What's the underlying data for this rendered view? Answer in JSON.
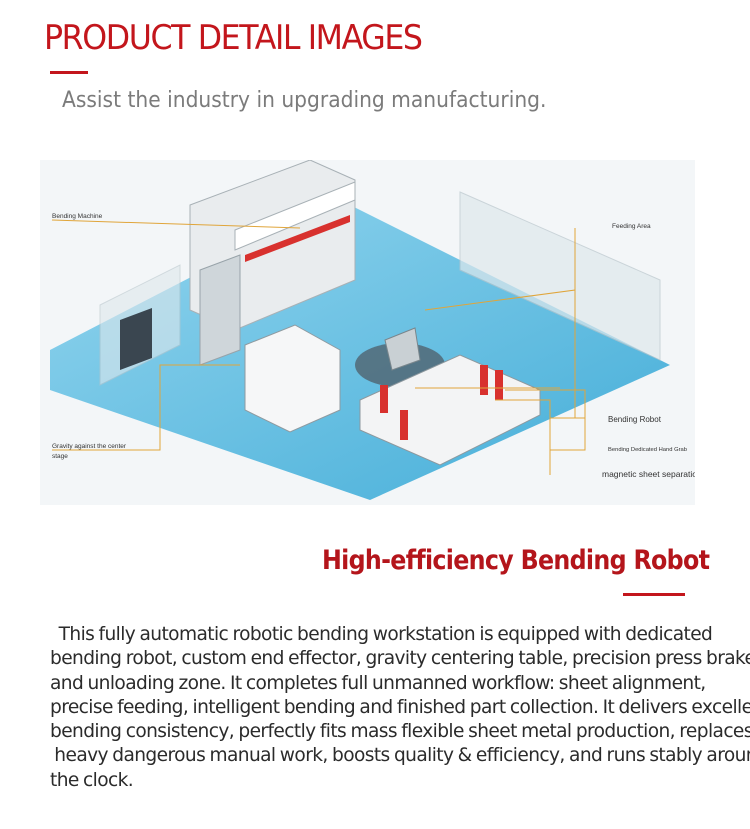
{
  "header": {
    "title": "PRODUCT DETAIL IMAGES",
    "subtitle": "Assist the industry in upgrading manufacturing."
  },
  "figure": {
    "callouts": {
      "bending_machine": "Bending Machine",
      "feeding_area": "Feeding Area",
      "gravity_line1": "Gravity against the center",
      "gravity_line2": "stage",
      "bending_robot": "Bending Robot",
      "hand_grab": "Bending Dedicated Hand Grab",
      "magnetic_separation": "magnetic sheet separation"
    },
    "colors": {
      "floor": "#5dbfe2",
      "callout_line": "#e0a53a",
      "accent_red": "#d8312e"
    }
  },
  "section": {
    "heading": "High-efficiency Bending Robot",
    "description_lines": [
      "  This fully automatic robotic bending workstation is equipped with dedicated",
      "bending robot, custom end effector, gravity centering table, precision press brake",
      "and unloading zone. It completes full unmanned workflow: sheet alignment,",
      "precise feeding, intelligent bending and finished part collection. It delivers excellent",
      "bending consistency, perfectly fits mass flexible sheet metal production, replaces",
      " heavy dangerous manual work, boosts quality & efficiency, and runs stably around",
      "the clock."
    ]
  }
}
